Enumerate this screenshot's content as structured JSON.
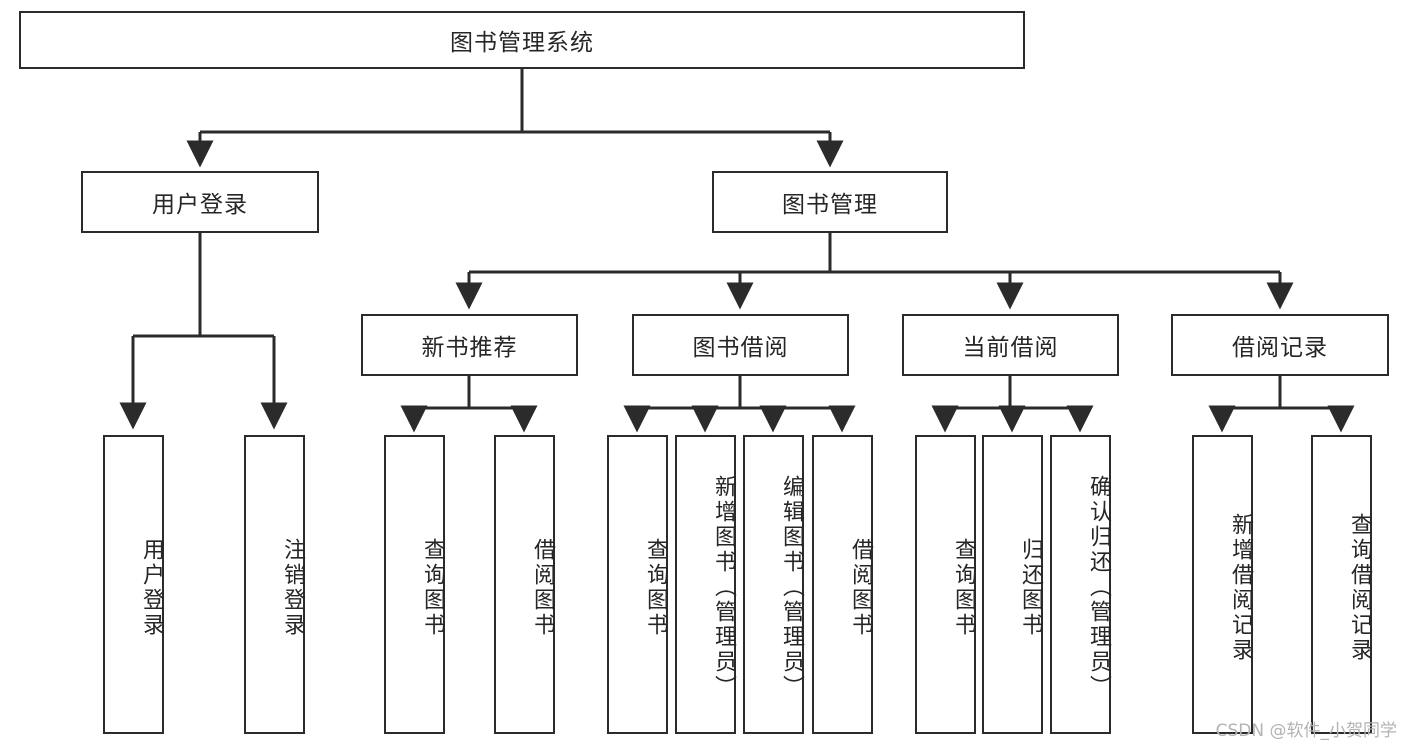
{
  "diagram": {
    "title": "图书管理系统",
    "watermark": "CSDN @软件_小贺同学",
    "line_color": "#2b2b2b",
    "text_color": "#262626",
    "background": "#ffffff",
    "watermark_color": "#b3b3b3"
  },
  "nodes": {
    "root": {
      "label": "图书管理系统"
    },
    "level1": [
      {
        "label": "用户登录"
      },
      {
        "label": "图书管理"
      }
    ],
    "level2": [
      {
        "label": "新书推荐"
      },
      {
        "label": "图书借阅"
      },
      {
        "label": "当前借阅"
      },
      {
        "label": "借阅记录"
      }
    ],
    "leaves_user_login": [
      {
        "label": "用户登录"
      },
      {
        "label": "注销登录"
      }
    ],
    "leaves_new_book": [
      {
        "label": "查询图书"
      },
      {
        "label": "借阅图书"
      }
    ],
    "leaves_borrow": [
      {
        "label": "查询图书"
      },
      {
        "label": "新增图书（管理员）"
      },
      {
        "label": "编辑图书（管理员）"
      },
      {
        "label": "借阅图书"
      }
    ],
    "leaves_current": [
      {
        "label": "查询图书"
      },
      {
        "label": "归还图书"
      },
      {
        "label": "确认归还（管理员）"
      }
    ],
    "leaves_record": [
      {
        "label": "新增借阅记录"
      },
      {
        "label": "查询借阅记录"
      }
    ]
  }
}
